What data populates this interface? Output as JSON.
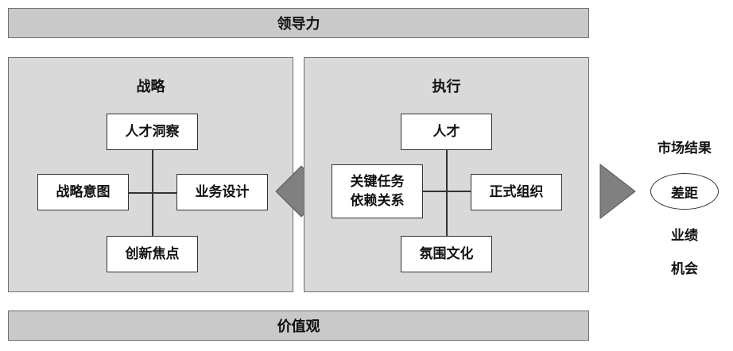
{
  "top_band": "领导力",
  "bottom_band": "价值观",
  "strategy": {
    "title": "战略",
    "top": "人才洞察",
    "left": "战略意图",
    "right": "业务设计",
    "bottom": "创新焦点"
  },
  "execution": {
    "title": "执行",
    "top": "人才",
    "left_line1": "关键任务",
    "left_line2": "依赖关系",
    "right": "正式组织",
    "bottom": "氛围文化"
  },
  "outcome": {
    "heading": "市场结果",
    "gap": "差距",
    "performance": "业绩",
    "opportunity": "机会"
  },
  "colors": {
    "band": "#c9c9c9",
    "panel": "#d9d9d9",
    "connector": "#808080"
  }
}
